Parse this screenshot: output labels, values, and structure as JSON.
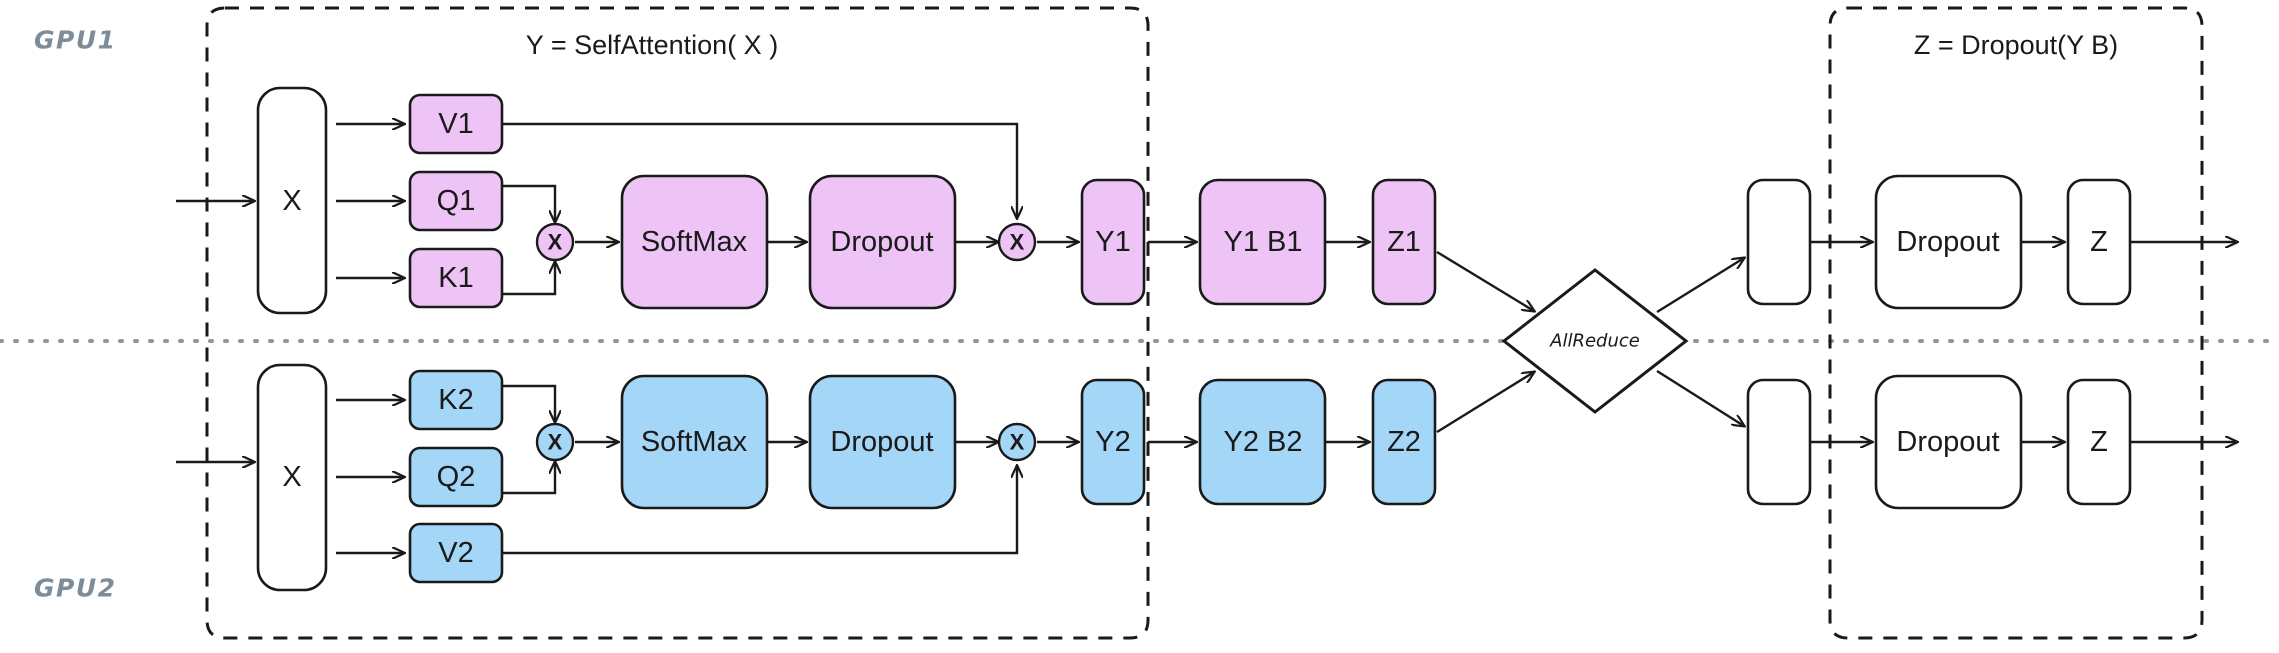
{
  "diagram": {
    "title_left": "Y = SelfAttention( X )",
    "title_right": "Z = Dropout(Y B)",
    "gpu1_label": "GPU1",
    "gpu2_label": "GPU2",
    "allreduce_label": "AllReduce",
    "colors": {
      "pink_fill": "#eec4f6",
      "blue_fill": "#a3d6f7",
      "white_fill": "#ffffff",
      "stroke": "#1a1a1a",
      "gpu_label": "#7d8c99",
      "divider": "#8c98a4"
    },
    "gpu1": {
      "input_x": "X",
      "projections": [
        "V1",
        "Q1",
        "K1"
      ],
      "mul1": "X",
      "softmax": "SoftMax",
      "dropout": "Dropout",
      "mul2": "X",
      "y": "Y1",
      "yb": "Y1 B1",
      "z": "Z1",
      "gathered": "",
      "out_dropout": "Dropout",
      "out_z": "Z"
    },
    "gpu2": {
      "input_x": "X",
      "projections": [
        "K2",
        "Q2",
        "V2"
      ],
      "mul1": "X",
      "softmax": "SoftMax",
      "dropout": "Dropout",
      "mul2": "X",
      "y": "Y2",
      "yb": "Y2 B2",
      "z": "Z2",
      "gathered": "",
      "out_dropout": "Dropout",
      "out_z": "Z"
    }
  }
}
